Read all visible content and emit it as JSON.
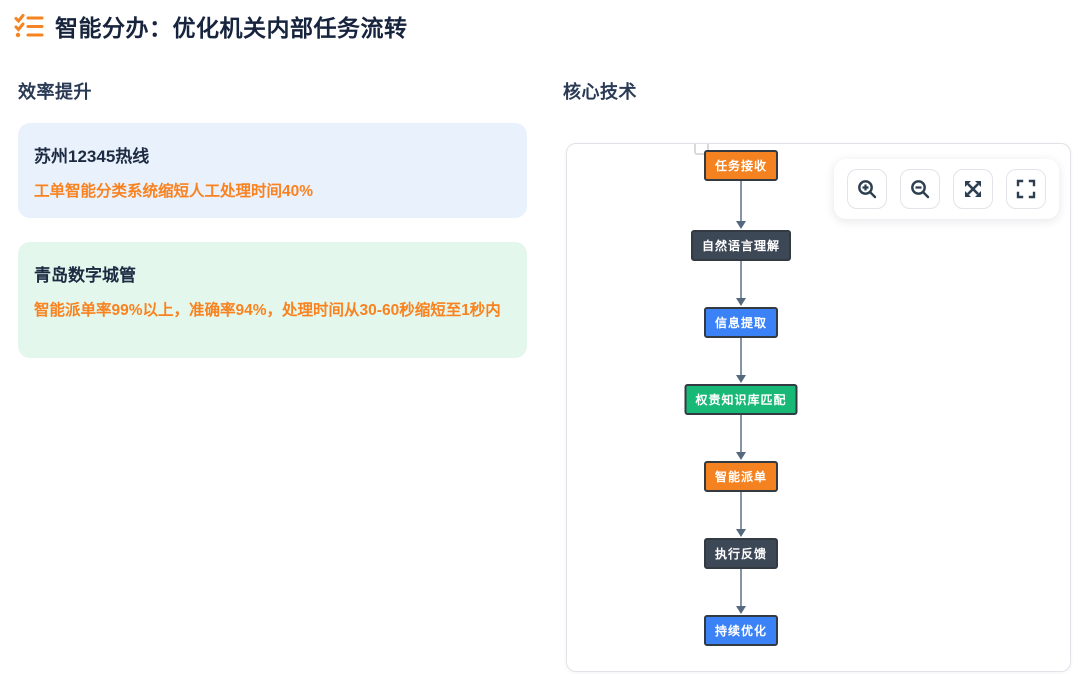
{
  "page": {
    "title": "智能分办：优化机关内部任务流转",
    "title_icon": "checklist-icon"
  },
  "efficiency": {
    "heading": "效率提升",
    "cases": [
      {
        "title": "苏州12345热线",
        "description": "工单智能分类系统缩短人工处理时间40%",
        "card_bg": "#e9f1fc"
      },
      {
        "title": "青岛数字城管",
        "description": "智能派单率99%以上，准确率94%，处理时间从30-60秒缩短至1秒内",
        "card_bg": "#e4f7ec"
      }
    ],
    "accent_text_color": "#f9821f"
  },
  "technology": {
    "heading": "核心技术",
    "toolbar": {
      "buttons": [
        {
          "icon": "zoom-in-icon"
        },
        {
          "icon": "zoom-out-icon"
        },
        {
          "icon": "fit-view-icon"
        },
        {
          "icon": "fullscreen-icon"
        }
      ],
      "icon_color": "#2c3e50"
    },
    "flow": {
      "direction": "vertical",
      "nodes": [
        {
          "label": "任务接收",
          "color": "#f58220"
        },
        {
          "label": "自然语言理解",
          "color": "#3d4856"
        },
        {
          "label": "信息提取",
          "color": "#3b82f6"
        },
        {
          "label": "权责知识库匹配",
          "color": "#18b877"
        },
        {
          "label": "智能派单",
          "color": "#f58220"
        },
        {
          "label": "执行反馈",
          "color": "#3d4856"
        },
        {
          "label": "持续优化",
          "color": "#3b82f6"
        }
      ],
      "edges": [
        {
          "from": "任务接收",
          "to": "自然语言理解"
        },
        {
          "from": "自然语言理解",
          "to": "信息提取"
        },
        {
          "from": "信息提取",
          "to": "权责知识库匹配"
        },
        {
          "from": "权责知识库匹配",
          "to": "智能派单"
        },
        {
          "from": "智能派单",
          "to": "执行反馈"
        },
        {
          "from": "执行反馈",
          "to": "持续优化"
        }
      ],
      "edge_color": "#8593a5"
    }
  },
  "colors": {
    "heading_text": "#2a3a55",
    "title_text": "#17243d",
    "icon_orange": "#f5831f",
    "node_border": "#333a42"
  }
}
